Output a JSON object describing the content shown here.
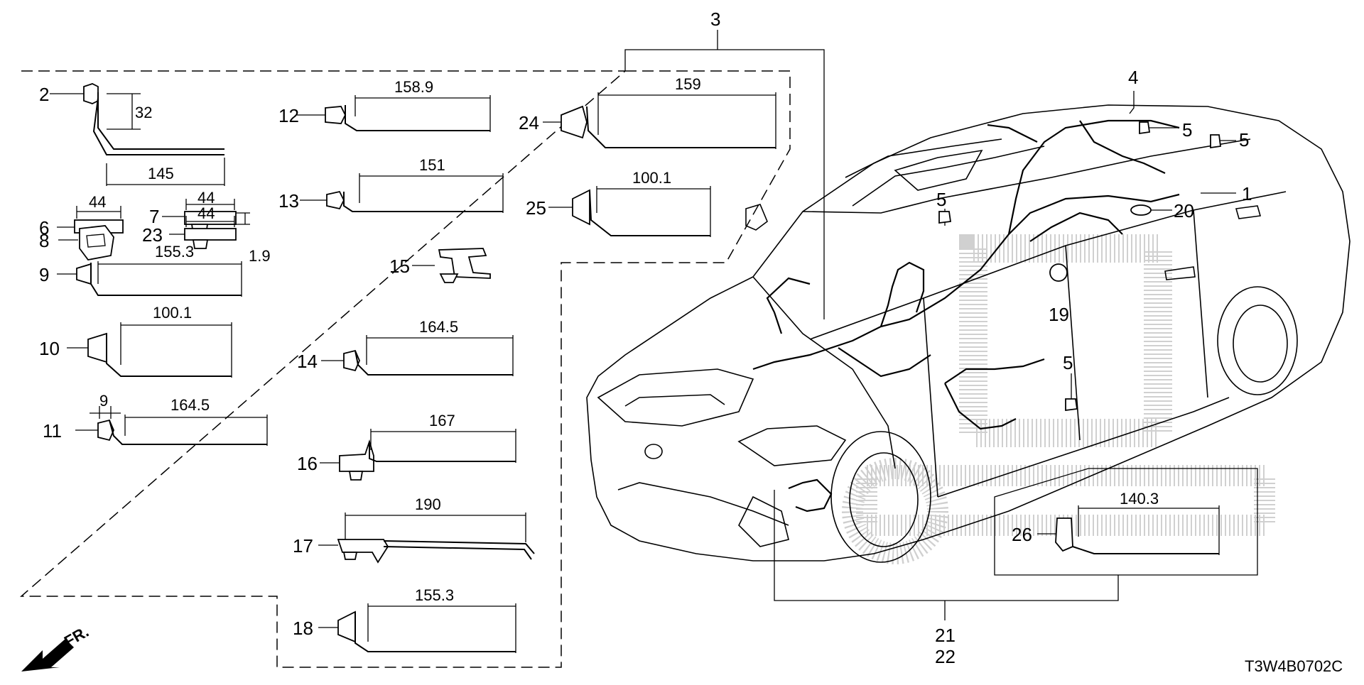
{
  "diagram_code": "T3W4B0702C",
  "direction_label": "FR.",
  "callouts": {
    "c1": "1",
    "c2": "2",
    "c3": "3",
    "c4": "4",
    "c5a": "5",
    "c5b": "5",
    "c5c": "5",
    "c5d": "5",
    "c6": "6",
    "c7": "7",
    "c8": "8",
    "c9": "9",
    "c10": "10",
    "c11": "11",
    "c12": "12",
    "c13": "13",
    "c14": "14",
    "c15": "15",
    "c16": "16",
    "c17": "17",
    "c18": "18",
    "c19": "19",
    "c20": "20",
    "c21": "21",
    "c22": "22",
    "c23": "23",
    "c24": "24",
    "c25": "25",
    "c26": "26"
  },
  "dimensions": {
    "d2_height": "32",
    "d2_length": "145",
    "d6_width": "44",
    "d7_width": "44",
    "d7_thickness": "1.9",
    "d23_width": "44",
    "d9_length": "155.3",
    "d10_length": "100.1",
    "d11_offset": "9",
    "d11_length": "164.5",
    "d12_length": "158.9",
    "d13_length": "151",
    "d14_length": "164.5",
    "d16_length": "167",
    "d17_length": "190",
    "d18_length": "155.3",
    "d24_length": "159",
    "d25_length": "100.1",
    "d26_length": "140.3"
  }
}
